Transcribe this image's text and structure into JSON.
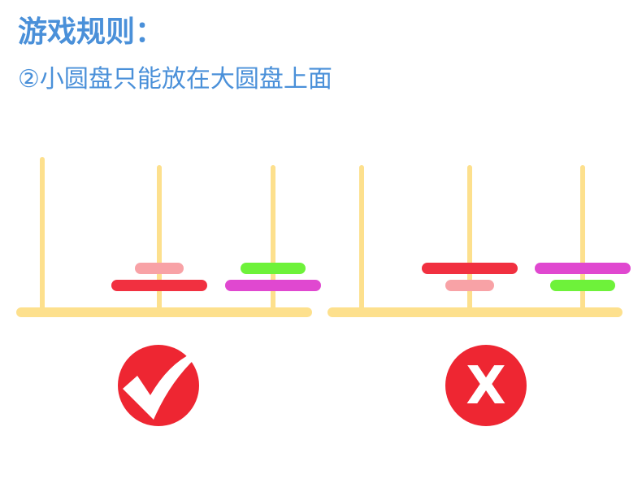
{
  "title": "游戏规则：",
  "rule_text": "②小圆盘只能放在大圆盘上面",
  "colors": {
    "title": "#4a90d9",
    "rule": "#4a90d9",
    "rod": "#fde08d",
    "badge": "#ee2632",
    "mark": "#ffffff",
    "disc_pink": "#f8a2a6",
    "disc_red": "#f13040",
    "disc_green": "#6ef23a",
    "disc_magenta": "#e048d0"
  },
  "examples": [
    {
      "verdict": "correct",
      "badge_icon": "checkmark-icon",
      "pegs": [
        {
          "discs": []
        },
        {
          "discs": [
            {
              "size": "small",
              "color": "disc_pink"
            },
            {
              "size": "large",
              "color": "disc_red"
            }
          ]
        },
        {
          "discs": [
            {
              "size": "medium",
              "color": "disc_green"
            },
            {
              "size": "large",
              "color": "disc_magenta"
            }
          ]
        }
      ]
    },
    {
      "verdict": "wrong",
      "badge_icon": "x-mark-icon",
      "badge_text": "X",
      "pegs": [
        {
          "discs": []
        },
        {
          "discs": [
            {
              "size": "large",
              "color": "disc_red"
            },
            {
              "size": "small",
              "color": "disc_pink"
            }
          ]
        },
        {
          "discs": [
            {
              "size": "large",
              "color": "disc_magenta"
            },
            {
              "size": "medium",
              "color": "disc_green"
            }
          ]
        }
      ]
    }
  ]
}
